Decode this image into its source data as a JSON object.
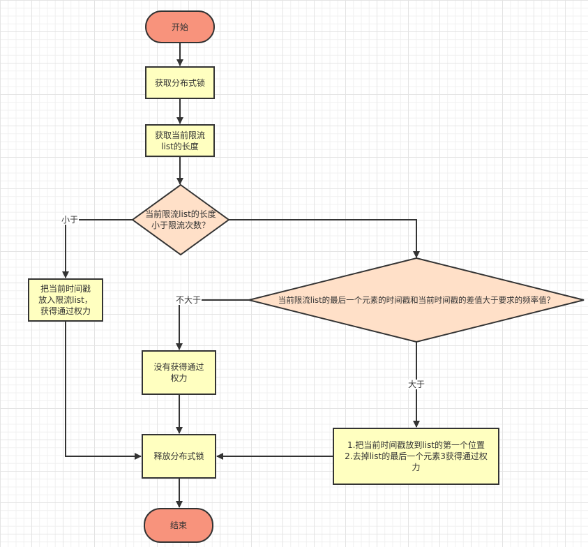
{
  "colors": {
    "terminal": "#f8937c",
    "process": "#ffffc0",
    "decision": "#ffe0c8",
    "line": "#333333"
  },
  "nodes": {
    "start": "开始",
    "acquire_lock": "获取分布式锁",
    "get_length": "获取当前限流\nlist的长度",
    "decision_length": "当前限流list的长度\n小于限流次数？",
    "push_timestamp": "把当前时间戳\n放入限流list，\n获得通过权力",
    "decision_diff": "当前限流list的最后一个元素的时间戳和当前时间戳的差值大于要求的频率值？",
    "no_permission": "没有获得通过\n权力",
    "release_lock": "释放分布式锁",
    "update_list": "1.把当前时间戳放到list的第一个位置\n2.去掉list的最后一个元素3获得通过权\n力",
    "end": "结束"
  },
  "edge_labels": {
    "less_than": "小于",
    "not_greater": "不大于",
    "greater": "大于"
  }
}
